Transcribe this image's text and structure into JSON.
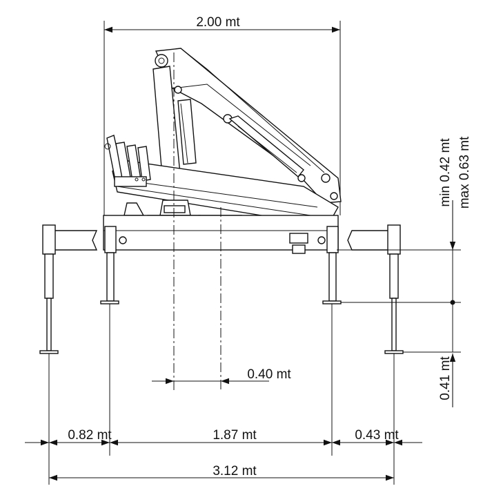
{
  "dimensions": {
    "top_width": "2.00 mt",
    "pivot_offset": "0.40 mt",
    "min_height": "min 0.42 mt",
    "max_height": "max 0.63 mt",
    "leg_extension": "0.41 mt",
    "left_span": "0.82 mt",
    "middle_span": "1.87 mt",
    "right_span": "0.43 mt",
    "total_span": "3.12 mt"
  },
  "colors": {
    "ink": "#111111",
    "background": "#ffffff"
  }
}
